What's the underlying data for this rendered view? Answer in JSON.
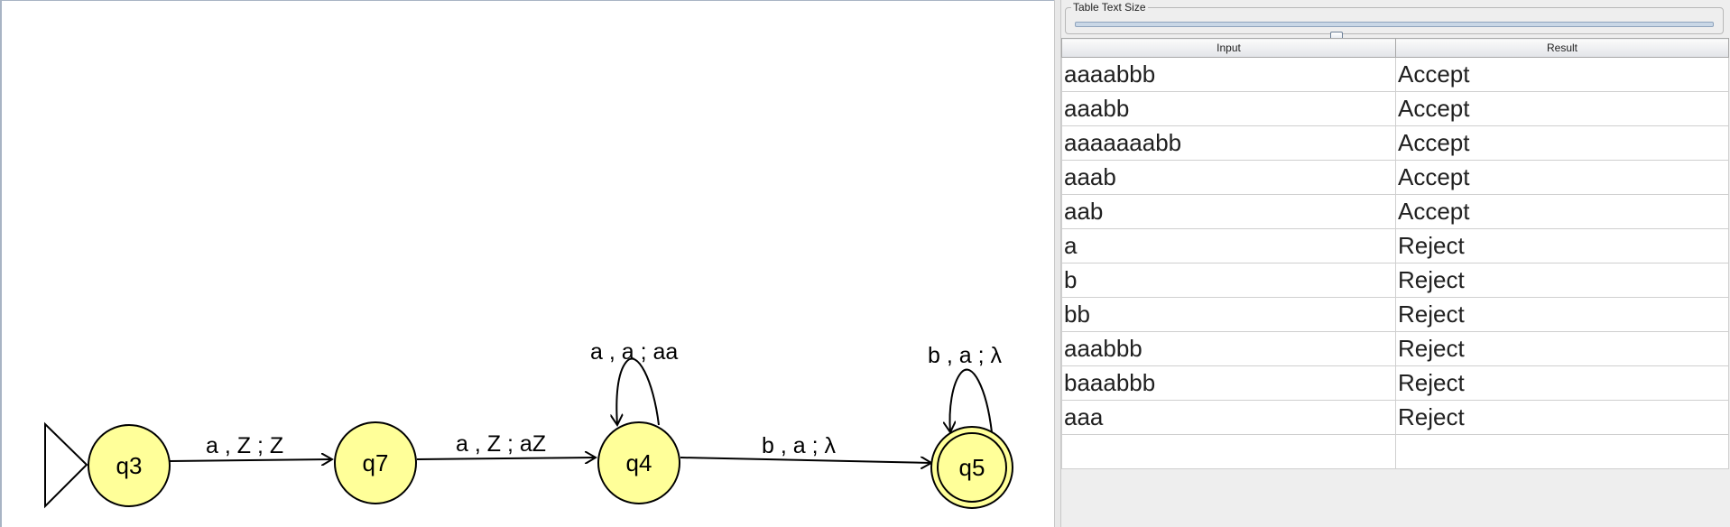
{
  "automaton": {
    "states": [
      {
        "id": "q3",
        "label": "q3",
        "initial": true,
        "final": false
      },
      {
        "id": "q7",
        "label": "q7",
        "initial": false,
        "final": false
      },
      {
        "id": "q4",
        "label": "q4",
        "initial": false,
        "final": false
      },
      {
        "id": "q5",
        "label": "q5",
        "initial": false,
        "final": true
      }
    ],
    "transitions": [
      {
        "from": "q3",
        "to": "q7",
        "label": "a , Z ; Z"
      },
      {
        "from": "q7",
        "to": "q4",
        "label": "a , Z ; aZ"
      },
      {
        "from": "q4",
        "to": "q4",
        "label": "a , a ; aa"
      },
      {
        "from": "q4",
        "to": "q5",
        "label": "b , a ; λ"
      },
      {
        "from": "q5",
        "to": "q5",
        "label": "b , a ; λ"
      }
    ],
    "state_fill": "#ffff99",
    "state_stroke": "#000000"
  },
  "slider": {
    "title": "Table Text Size",
    "value_fraction": 0.41
  },
  "table": {
    "headers": {
      "input": "Input",
      "result": "Result"
    },
    "rows": [
      {
        "input": "aaaabbb",
        "result": "Accept"
      },
      {
        "input": "aaabb",
        "result": "Accept"
      },
      {
        "input": "aaaaaaabb",
        "result": "Accept"
      },
      {
        "input": "aaab",
        "result": "Accept"
      },
      {
        "input": "aab",
        "result": "Accept"
      },
      {
        "input": "a",
        "result": "Reject"
      },
      {
        "input": "b",
        "result": "Reject"
      },
      {
        "input": "bb",
        "result": "Reject"
      },
      {
        "input": "aaabbb",
        "result": "Reject"
      },
      {
        "input": "baaabbb",
        "result": "Reject"
      },
      {
        "input": "aaa",
        "result": "Reject"
      },
      {
        "input": "",
        "result": ""
      }
    ]
  }
}
